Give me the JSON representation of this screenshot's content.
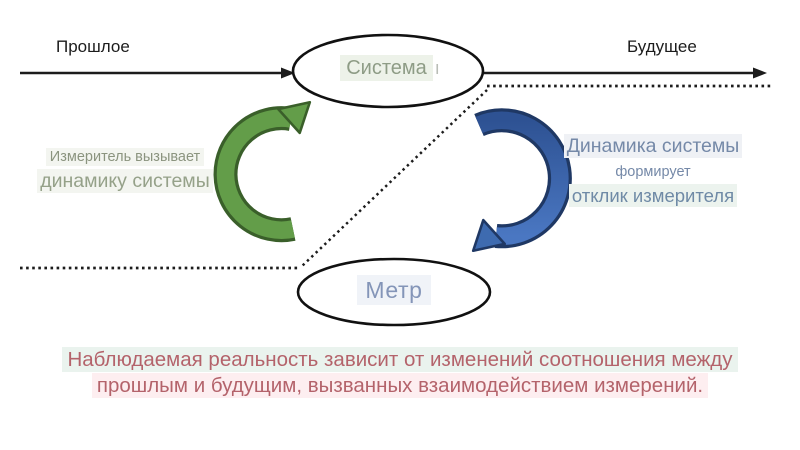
{
  "timeline": {
    "past_label": "Прошлое",
    "future_label": "Будущее"
  },
  "nodes": {
    "system": {
      "label": "Система",
      "cursor": "ı"
    },
    "meter": {
      "label": "Метр"
    }
  },
  "left_annotation": {
    "line1": "Измеритель вызывает",
    "line2": "динамику системы"
  },
  "right_annotation": {
    "line1": "Динамика системы",
    "line2": "формирует",
    "line3": "отклик измерителя"
  },
  "caption": {
    "line1": "Наблюдаемая реальность зависит от изменений соотношения между",
    "line2": "прошлым и будущим, вызванных взаимодействием измерений."
  },
  "colors": {
    "green_arrow_fill": "#639d49",
    "green_arrow_outline": "#3a5f2a",
    "blue_arrow_fill": "#3e6bb0",
    "blue_arrow_outline": "#1f3864",
    "system_text": "#8e9c86",
    "meter_text": "#8495b8",
    "left_annotation_text": "#95a189",
    "right_annotation_text": "#7589a8",
    "caption_text": "#b4636b",
    "caption_highlight_1": "#eaf3ee",
    "caption_highlight_2": "#fdeef0",
    "line_color": "#1c1c1c"
  }
}
